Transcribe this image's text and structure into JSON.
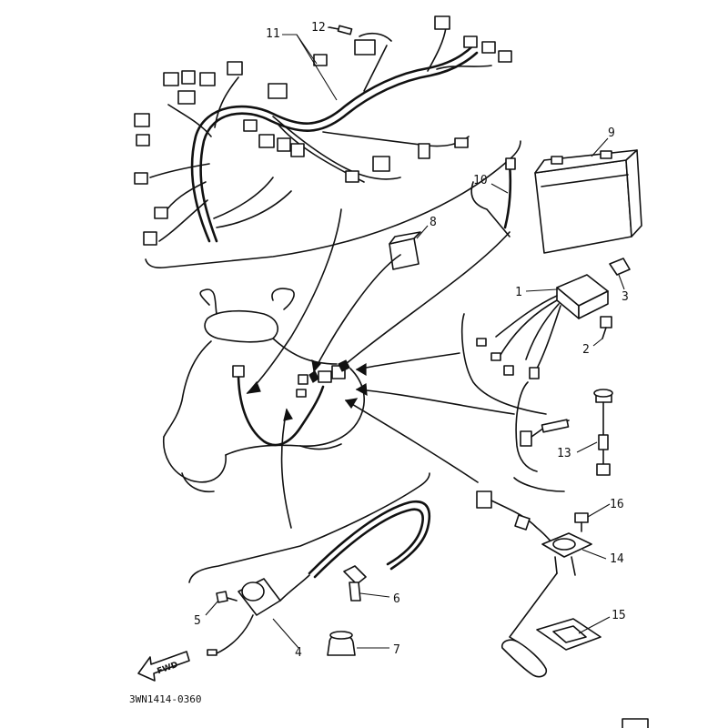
{
  "diagram": {
    "part_code": "3WN1414-0360",
    "direction_label": "FWD",
    "callouts": [
      "1",
      "2",
      "3",
      "4",
      "5",
      "6",
      "7",
      "8",
      "9",
      "10",
      "11",
      "12",
      "13",
      "14",
      "15",
      "16"
    ]
  }
}
